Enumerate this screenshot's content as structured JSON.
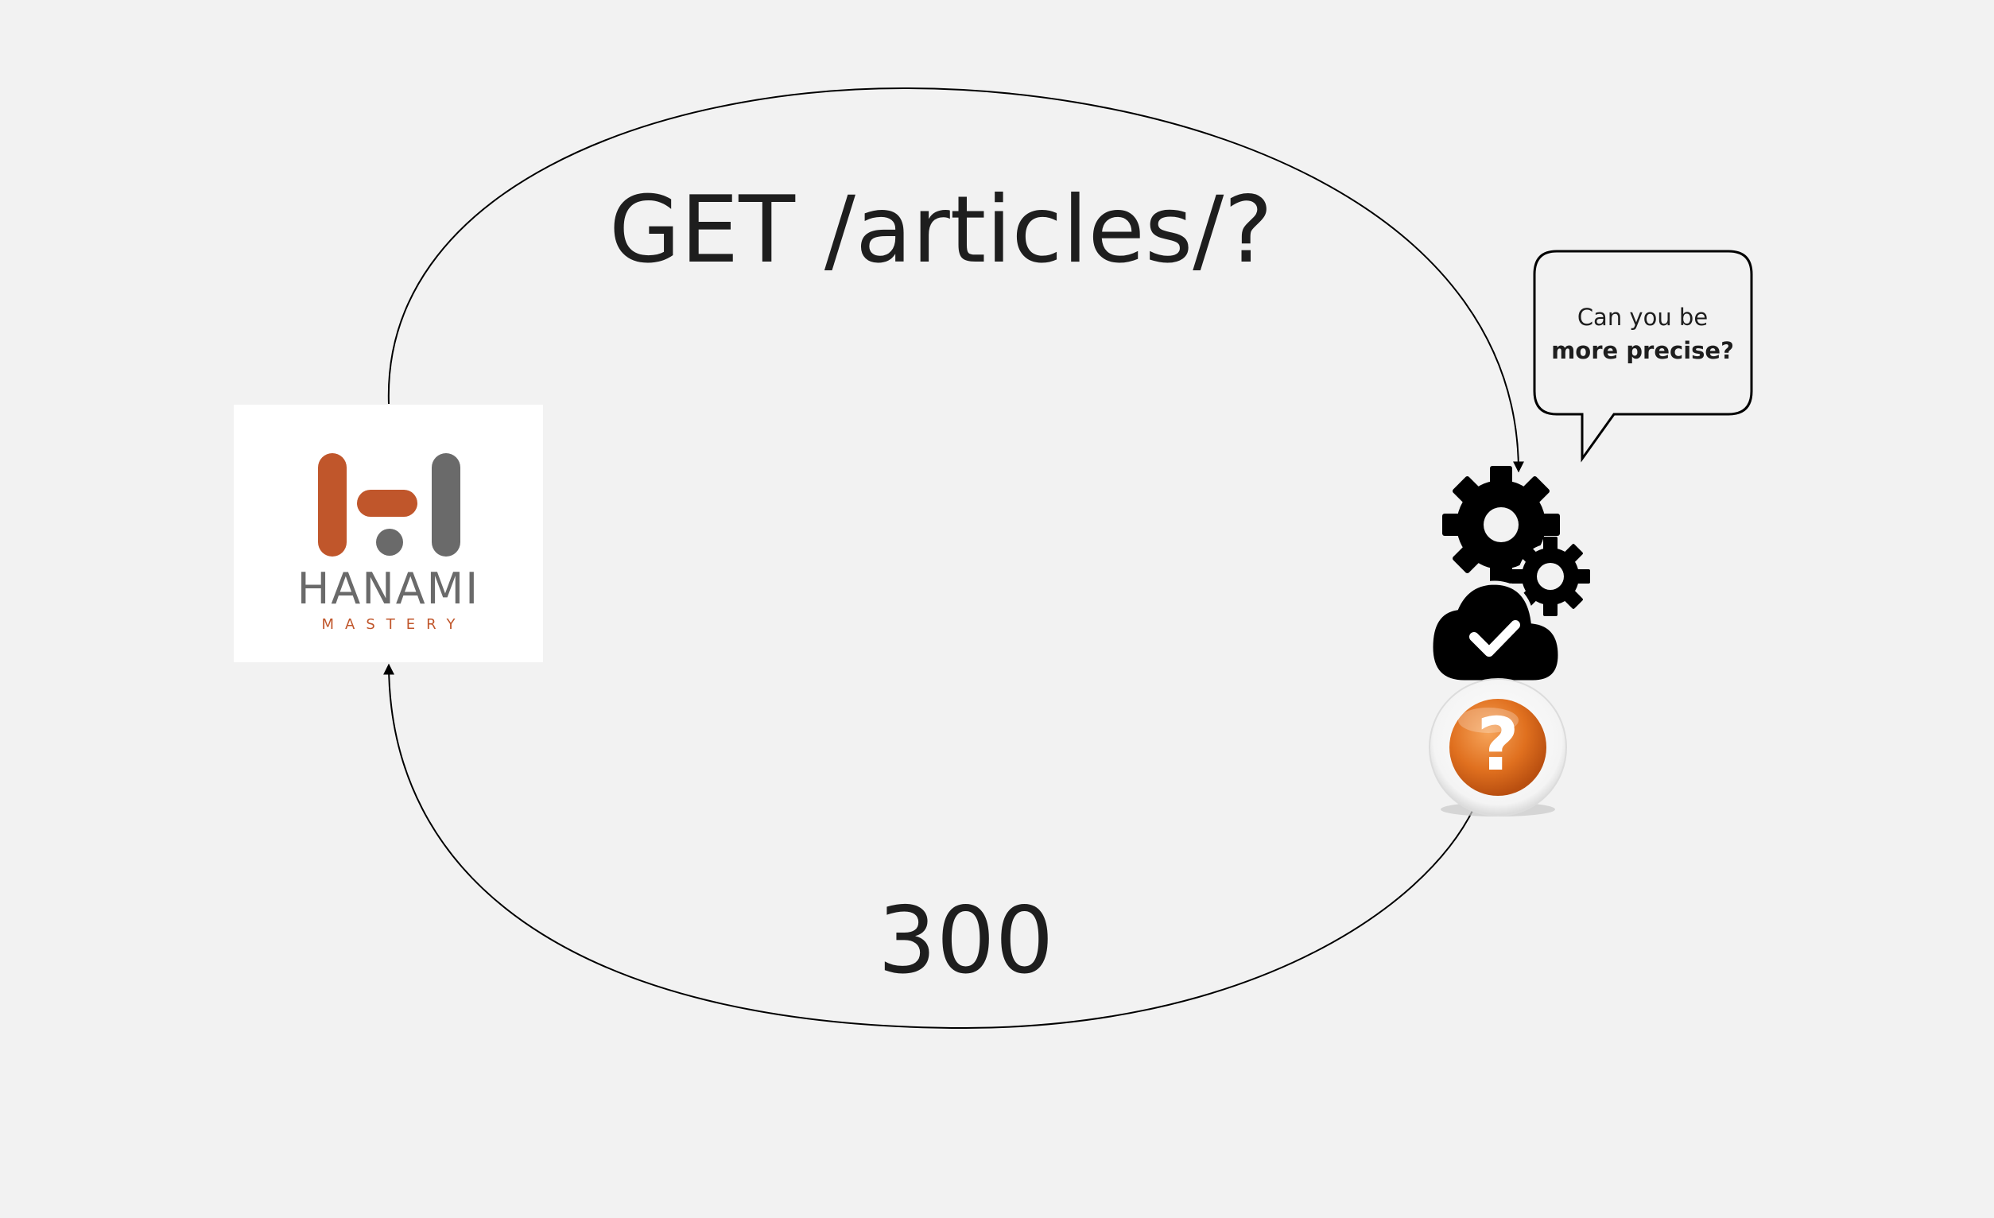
{
  "diagram": {
    "request_label": "GET /articles/?",
    "response_label": "300",
    "client": {
      "logo_name": "hanami-mastery-logo",
      "wordmark": "HANAMI",
      "tagline": "MASTERY",
      "colors": {
        "accent": "#c0562b",
        "gray": "#6a6a6a",
        "background": "#ffffff"
      }
    },
    "server": {
      "icons": [
        "gears-icon",
        "cloud-check-icon",
        "question-mark-icon"
      ],
      "colors": {
        "icon": "#000000",
        "question_orange": "#e0701f"
      }
    },
    "speech_bubble": {
      "line_1": "Can you be",
      "line_2": "more precise?"
    },
    "colors": {
      "background": "#f2f2f2",
      "text": "#1e1e1e",
      "stroke": "#000000"
    }
  }
}
